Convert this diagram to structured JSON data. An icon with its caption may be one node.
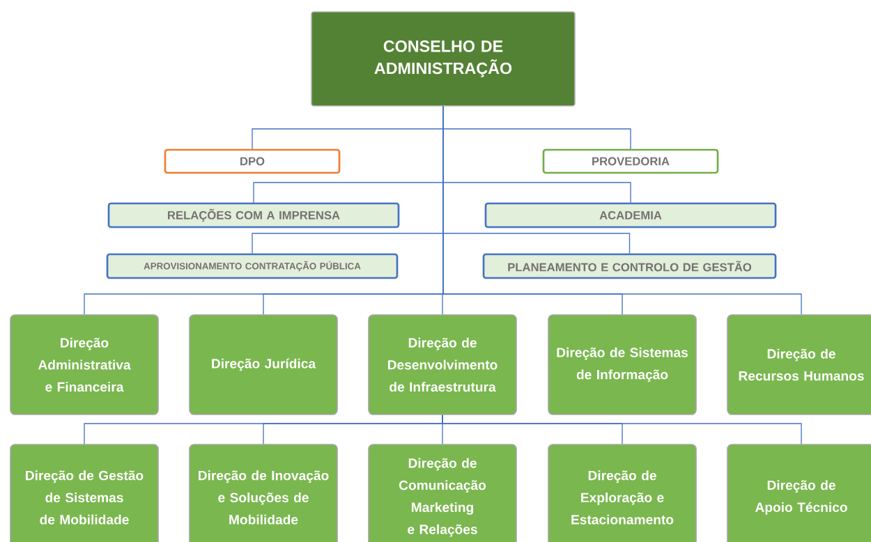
{
  "diagram": {
    "nodes": [
      {
        "text": [
          "CONSELHO DE ADMINISTRAÇÃO"
        ]
      },
      {
        "text": [
          "DPO"
        ]
      },
      {
        "text": [
          "PROVEDORIA"
        ]
      },
      {
        "text": [
          "RELAÇÕES COM A IMPRENSA"
        ]
      },
      {
        "text": [
          "ACADEMIA"
        ]
      },
      {
        "text": [
          "APROVISIONAMENTO CONTRATAÇÃO PÚBLICA"
        ]
      },
      {
        "text": [
          "PLANEAMENTO E CONTROLO DE GESTÃO"
        ]
      },
      {
        "text": [
          "Direção Administrativa e Financeira"
        ]
      },
      {
        "text": [
          "Direção Jurídica"
        ]
      },
      {
        "text": [
          "Direção de Desenvolvimento de Infraestrutura"
        ]
      },
      {
        "text": [
          "Direção de Sistemas de Informação"
        ]
      },
      {
        "text": [
          "Direção de Recursos Humanos"
        ]
      },
      {
        "text": [
          "Direção de Gestão de Sistemas de Mobilidade"
        ]
      },
      {
        "text": [
          "Direção de Inovação e Soluções de Mobilidade"
        ]
      },
      {
        "text": [
          "Direção de Comunicação Marketing e Relações"
        ]
      },
      {
        "text": [
          "Direção de Exploração e Estacionamento"
        ]
      },
      {
        "text": [
          "Direção de Apoio Técnico"
        ]
      }
    ],
    "edges": [
      {
        "from": 0,
        "to": 1,
        "arrow": "none"
      },
      {
        "from": 0,
        "to": 2,
        "arrow": "none"
      },
      {
        "from": 0,
        "to": 3,
        "arrow": "none"
      },
      {
        "from": 0,
        "to": 4,
        "arrow": "none"
      },
      {
        "from": 0,
        "to": 5,
        "arrow": "none"
      },
      {
        "from": 0,
        "to": 6,
        "arrow": "none"
      },
      {
        "from": 0,
        "to": 7,
        "arrow": "none"
      },
      {
        "from": 0,
        "to": 8,
        "arrow": "none"
      },
      {
        "from": 0,
        "to": 9,
        "arrow": "none"
      },
      {
        "from": 0,
        "to": 10,
        "arrow": "none"
      },
      {
        "from": 0,
        "to": 11,
        "arrow": "none"
      },
      {
        "from": 9,
        "to": 12,
        "arrow": "none"
      },
      {
        "from": 9,
        "to": 13,
        "arrow": "none"
      },
      {
        "from": 9,
        "to": 14,
        "arrow": "none"
      },
      {
        "from": 9,
        "to": 15,
        "arrow": "none"
      },
      {
        "from": 9,
        "to": 16,
        "arrow": "none"
      }
    ]
  }
}
